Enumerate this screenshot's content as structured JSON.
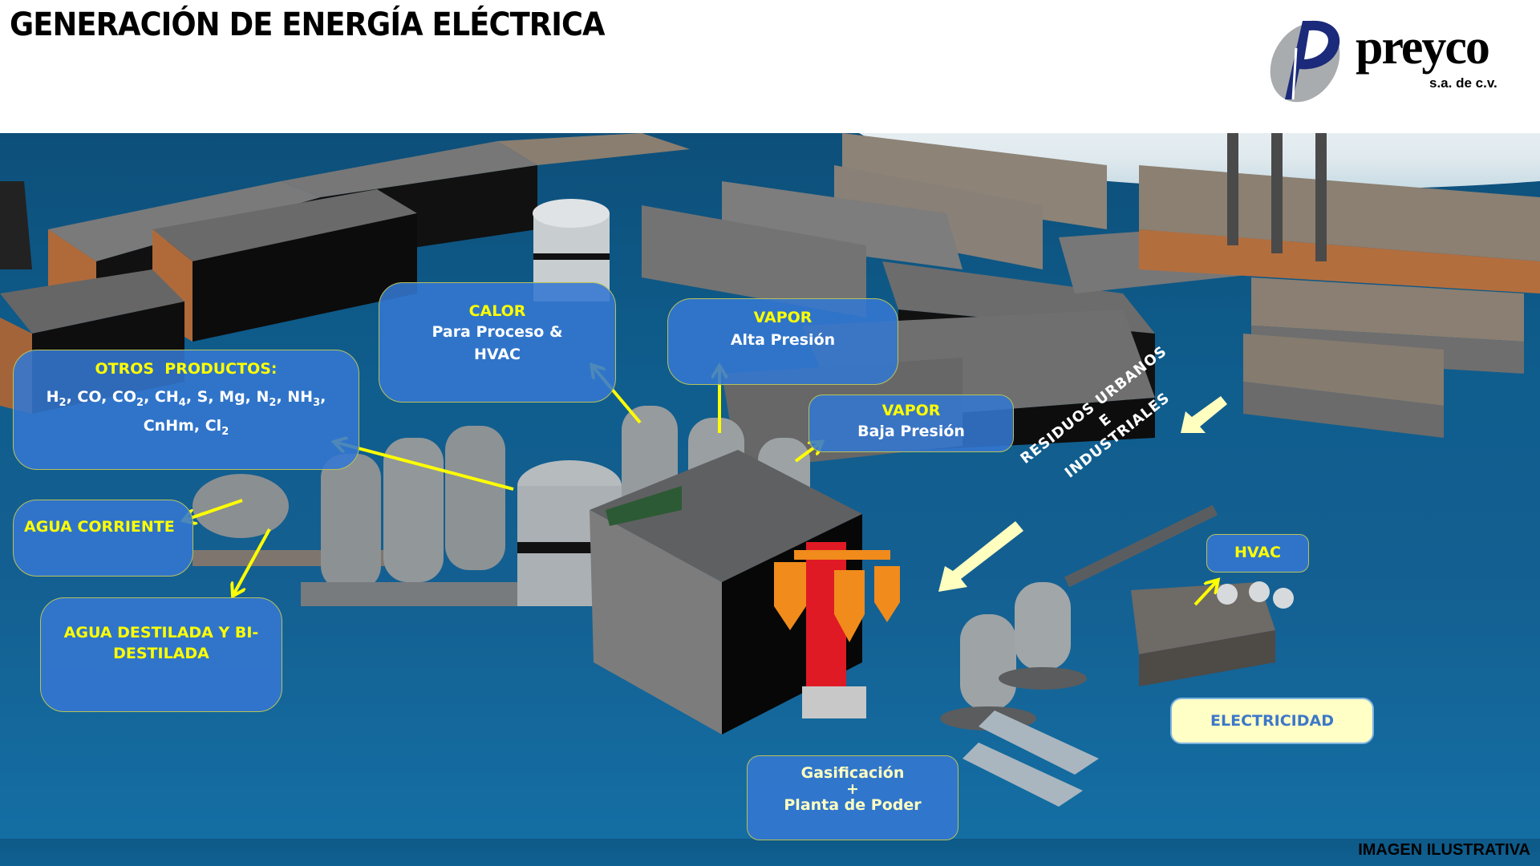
{
  "header": {
    "title": "GENERACIÓN DE ENERGÍA ELÉCTRICA",
    "logo": {
      "name": "preyco",
      "subtitle": "s.a. de c.v.",
      "icon": "preyco-p-logo-icon"
    }
  },
  "labels": {
    "otros_productos": {
      "title": "OTROS  PRODUCTOS:",
      "line1_parts": [
        "H",
        "2",
        ", CO, CO",
        "2",
        ", CH",
        "4",
        ", S, Mg, N",
        "2",
        ", NH",
        "3",
        ","
      ],
      "line2_parts": [
        "CnHm, Cl",
        "2"
      ]
    },
    "calor": {
      "title": "CALOR",
      "line1": "Para Proceso &",
      "line2": "HVAC"
    },
    "vapor_alta": {
      "title": "VAPOR",
      "line1": "Alta Presión"
    },
    "vapor_baja": {
      "title": "VAPOR",
      "line1": "Baja Presión"
    },
    "agua_corriente": {
      "title": "AGUA CORRIENTE"
    },
    "agua_destilada": {
      "line1": "AGUA DESTILADA Y BI-",
      "line2": "DESTILADA"
    },
    "residuos": {
      "line1": "RESIDUOS URBANOS E",
      "line2": "INDUSTRIALES"
    },
    "hvac": {
      "title": "HVAC"
    },
    "electricidad": {
      "title": "ELECTRICIDAD"
    },
    "gasificacion": {
      "line1": "Gasificación",
      "line2": "+",
      "line3": "Planta de Poder"
    }
  },
  "footer": {
    "label": "IMAGEN ILUSTRATIVA"
  },
  "colors": {
    "box_fill": "#3478d2",
    "label_yellow": "#ffff00",
    "arrow_yellow": "#ffff00",
    "arrow_pale": "#ffffc0",
    "electricidad_fill": "#ffffc6",
    "electricidad_text": "#3d78c8"
  }
}
